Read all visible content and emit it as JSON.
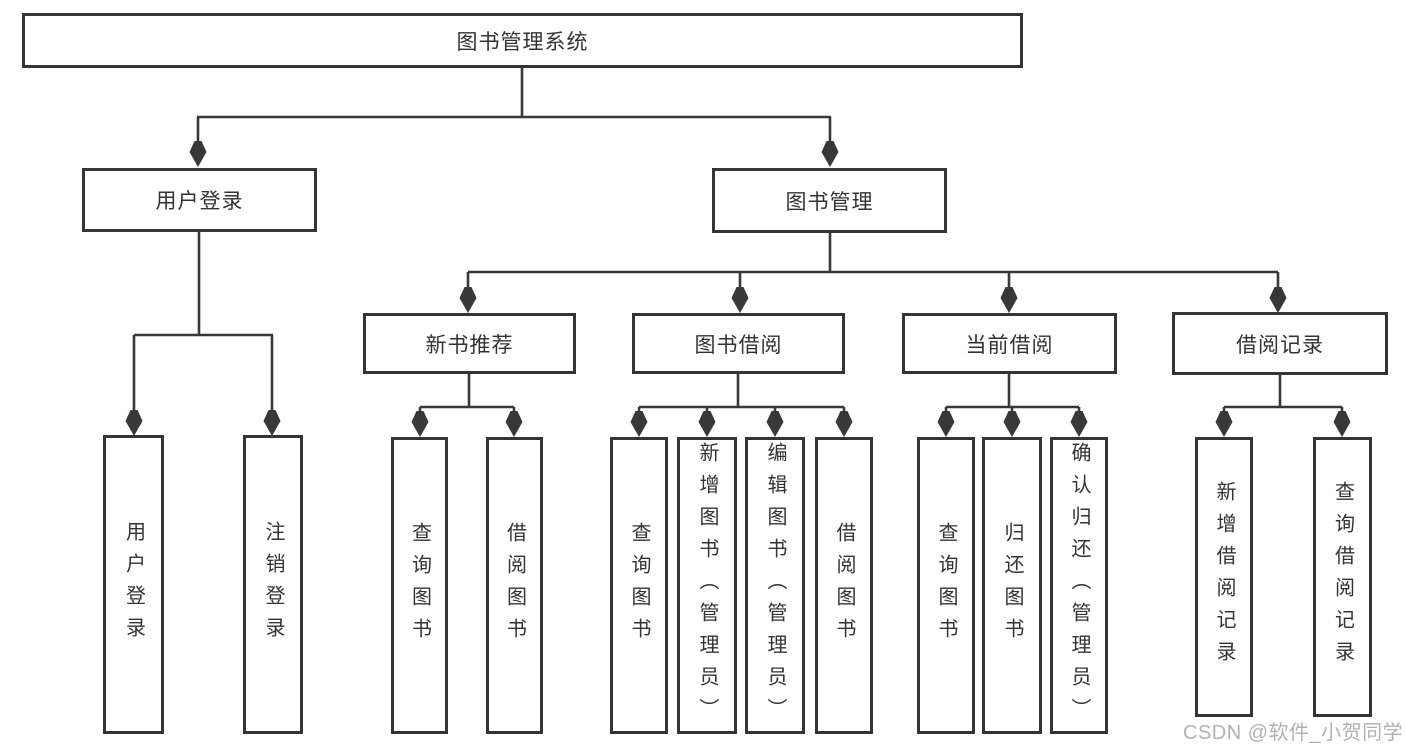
{
  "diagram": {
    "title": "图书管理系统",
    "colors": {
      "line": "#383838",
      "text": "#333333",
      "watermark": "#b2b2b4",
      "background": "#ffffff"
    },
    "nodes": {
      "root": "图书管理系统",
      "user_login": "用户登录",
      "book_mgmt": "图书管理",
      "new_book": "新书推荐",
      "book_borrow": "图书借阅",
      "current_borrow": "当前借阅",
      "borrow_records": "借阅记录",
      "leaf_user_login": "用户登录",
      "leaf_logout": "注销登录",
      "leaf_nb_query": "查询图书",
      "leaf_nb_borrow": "借阅图书",
      "leaf_bb_query": "查询图书",
      "leaf_bb_add": "新增图书（管理员）",
      "leaf_bb_edit": "编辑图书（管理员）",
      "leaf_bb_borrow": "借阅图书",
      "leaf_cb_query": "查询图书",
      "leaf_cb_return": "归还图书",
      "leaf_cb_confirm": "确认归还（管理员）",
      "leaf_br_add": "新增借阅记录",
      "leaf_br_query": "查询借阅记录"
    },
    "watermark": "CSDN @软件_小贺同学"
  }
}
